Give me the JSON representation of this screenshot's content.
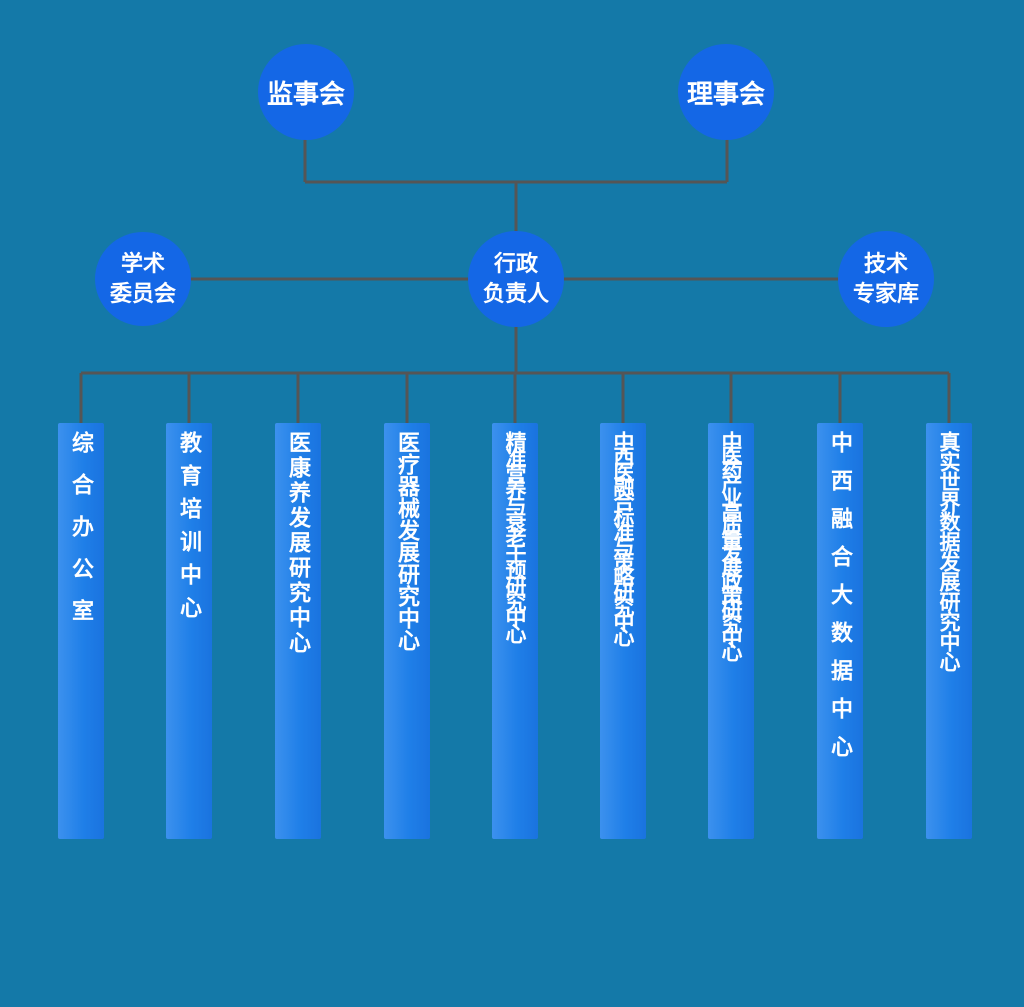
{
  "board": {
    "supervisory": "监事会",
    "directors": "理事会"
  },
  "middle": {
    "academic_line1": "学术",
    "academic_line2": "委员会",
    "admin_line1": "行政",
    "admin_line2": "负责人",
    "tech_line1": "技术",
    "tech_line2": "专家库"
  },
  "departments": [
    {
      "label": "综合办公室"
    },
    {
      "label": "教育培训中心"
    },
    {
      "label": "医康养发展研究中心"
    },
    {
      "label": "医疗器械发展研究中心"
    },
    {
      "label": "精准营养与衰老干预研究中心"
    },
    {
      "label": "中西医融合标准与策略研究中心"
    },
    {
      "label": "中医药产业高质量发展政策研究中心"
    },
    {
      "label": "中西融合大数据中心"
    },
    {
      "label": "真实世界数据发展研究中心"
    }
  ],
  "colors": {
    "node": "#1467e6",
    "bar": "#1f7fe8",
    "line": "#555555",
    "frame": "#1479a8"
  }
}
